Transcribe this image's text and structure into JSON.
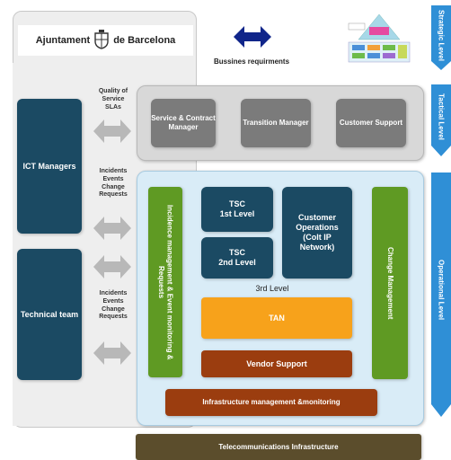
{
  "client": {
    "logo_left": "Ajuntament",
    "logo_right": "de Barcelona",
    "ict_managers": "ICT Managers",
    "technical_team": "Technical team"
  },
  "top": {
    "business_requirements": "Bussines requirments"
  },
  "labels": {
    "quality": [
      "Quality of",
      "Service",
      "SLAs"
    ],
    "incidents1": [
      "Incidents",
      "Events",
      "Change",
      "Requests"
    ],
    "incidents2": [
      "Incidents",
      "Events",
      "Change",
      "Requests"
    ]
  },
  "tactical": {
    "boxes": [
      "Service & Contract Manager",
      "Transition Manager",
      "Customer Support"
    ]
  },
  "operational": {
    "incidence": "Incidence management & Event monitoring & Requests",
    "change": "Change Management",
    "tsc1": [
      "TSC",
      "1st Level"
    ],
    "tsc2": [
      "TSC",
      "2nd Level"
    ],
    "customer_ops": "Customer Operations (Colt IP Network)",
    "third_level": "3rd Level",
    "tan": "TAN",
    "vendor": "Vendor Support",
    "infra_mgmt": "Infrastructure management &monitoring"
  },
  "bottom": {
    "telecom": "Telecommunications Infrastructure"
  },
  "levels": {
    "strategic": "Strategic Level",
    "tactical": "Tactical Level",
    "operational": "Operational Level"
  },
  "colors": {
    "dark_teal": "#1b4a63",
    "grey_box": "#7b7b7b",
    "green": "#5f9a23",
    "orange": "#f7a21b",
    "rust": "#9b3d0f",
    "olive": "#5b4d2c",
    "blue_chevron": "#2f8fd6",
    "light_blue_panel": "#d9ecf7"
  }
}
